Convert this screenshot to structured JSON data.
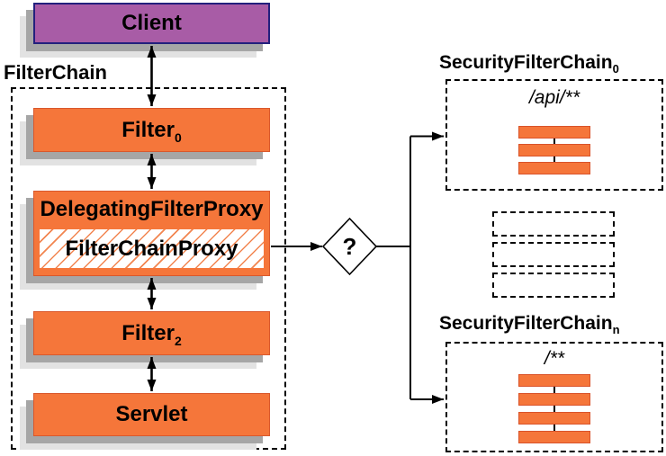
{
  "colors": {
    "box_orange": "#f5763a",
    "box_orange_border": "#d9582c",
    "client_purple": "#a85ca6",
    "client_purple_border": "#23207d",
    "hatch_line_orange": "#f28550",
    "shadow_dark": "#a6a6a6",
    "shadow_light": "#e2e2e2",
    "line_black": "#000000"
  },
  "client": {
    "label": "Client"
  },
  "filter_chain": {
    "label": "FilterChain",
    "filter0": {
      "base": "Filter",
      "sub": "0"
    },
    "delegating_filter_proxy": {
      "label": "DelegatingFilterProxy"
    },
    "filter_chain_proxy": {
      "label": "FilterChainProxy"
    },
    "filter2": {
      "base": "Filter",
      "sub": "2"
    },
    "servlet": {
      "label": "Servlet"
    }
  },
  "decision": {
    "label": "?"
  },
  "security_chains": {
    "chain0": {
      "base": "SecurityFilterChain",
      "sub": "0",
      "url_pattern": "/api/**",
      "bar_count": 3
    },
    "chainN": {
      "base": "SecurityFilterChain",
      "sub": "n",
      "url_pattern": "/**",
      "bar_count": 4
    }
  },
  "placeholders": {
    "count": 3
  }
}
